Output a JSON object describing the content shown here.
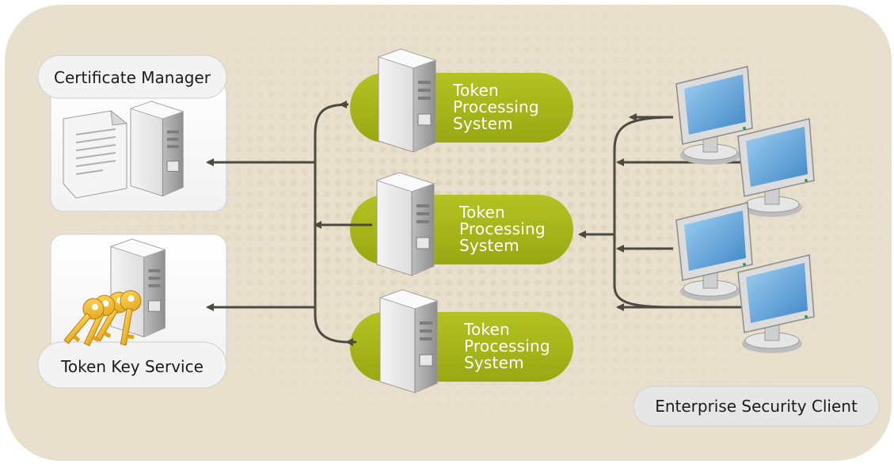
{
  "components": {
    "certificate_manager": {
      "label": "Certificate Manager",
      "icon": "certificate-server-icon"
    },
    "token_key_service": {
      "label": "Token Key Service",
      "icon": "key-server-icon"
    },
    "token_processing_systems": [
      {
        "line1": "Token",
        "line2": "Processing",
        "line3": "System"
      },
      {
        "line1": "Token",
        "line2": "Processing",
        "line3": "System"
      },
      {
        "line1": "Token",
        "line2": "Processing",
        "line3": "System"
      }
    ],
    "enterprise_security_client": {
      "label": "Enterprise Security Client",
      "icon": "monitor-icon"
    }
  },
  "colors": {
    "background_panel": "#e8e0cc",
    "pill_green": "#a8b818",
    "arrow": "#4a4a40",
    "screen_blue": "#5aa0d8"
  }
}
